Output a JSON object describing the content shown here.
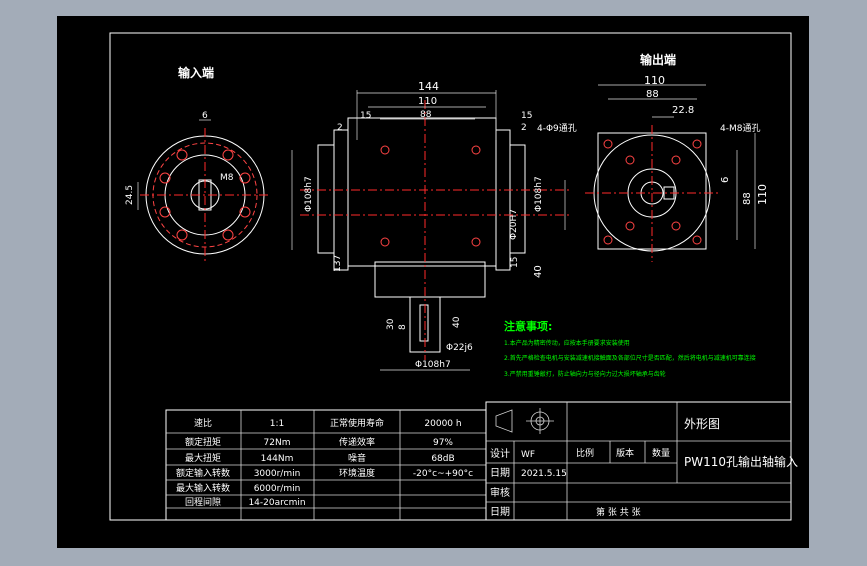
{
  "views": {
    "input_end": "输入端",
    "output_end": "输出端"
  },
  "dims": {
    "input_key_width": "6",
    "input_thread": "M8",
    "input_key_depth": "24.5",
    "overall_length": "144",
    "flange_110": "110",
    "bolt_88": "88",
    "gap_2": "2",
    "flange_15": "15",
    "holes_side": "4-Φ9通孔",
    "bore_108": "Φ108h7",
    "bore_20": "Φ20H7",
    "height_137": "137",
    "dim_40": "40",
    "dim_30": "30",
    "dim_8": "8",
    "shaft_22": "Φ22j6",
    "key_22_8": "22.8",
    "holes_out": "4-M8通孔"
  },
  "notes": {
    "title": "注意事项:",
    "items": [
      "1.本产品为精密传动，应按本手册要求安装使用",
      "2.首先严格检查电机与安装减速机接触面及各部位尺寸是否匹配，然后将电机与减速机可靠连接",
      "3.严禁用重锤敲打，防止轴向力与径向力过大损坏轴承与齿轮"
    ]
  },
  "spec_rows": [
    [
      "速比",
      "1:1",
      "正常使用寿命",
      "20000 h"
    ],
    [
      "额定扭矩",
      "72Nm",
      "传递效率",
      "97%"
    ],
    [
      "最大扭矩",
      "144Nm",
      "噪音",
      "68dB"
    ],
    [
      "额定输入转数",
      "3000r/min",
      "环境温度",
      "-20°c~+90°c"
    ],
    [
      "最大输入转数",
      "6000r/min",
      "",
      ""
    ],
    [
      "回程间隙",
      "14-20arcmin",
      "",
      ""
    ]
  ],
  "title_block": {
    "drawing_type": "外形图",
    "drawing_name": "PW110孔输出轴输入",
    "design_label": "设计",
    "designer": "WF",
    "scale_label": "比例",
    "version_label": "版本",
    "quantity_label": "数量",
    "date_label": "日期",
    "date": "2021.5.15",
    "review_label": "审核",
    "sheet_info": "第   张   共   张"
  }
}
